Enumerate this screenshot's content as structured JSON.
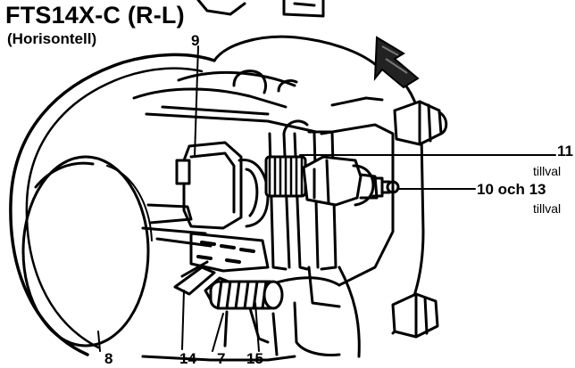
{
  "title": "FTS14X-C (R-L)",
  "subtitle": "(Horisontell)",
  "labels": {
    "part_9": "9",
    "part_11": "11",
    "part_11_note": "tillval",
    "part_10_13": "10 och 13",
    "part_10_13_note": "tillval",
    "part_8": "8",
    "part_14": "14",
    "part_7": "7",
    "part_15": "15"
  },
  "colors": {
    "ink": "#000000",
    "background": "#ffffff",
    "shade": "#6e6e6e"
  },
  "icons": {
    "flow_arrow": "flow-direction-arrow-icon"
  }
}
